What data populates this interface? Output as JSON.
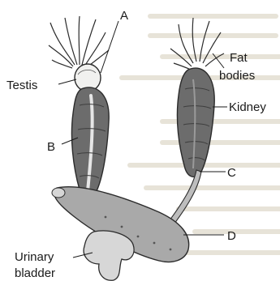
{
  "figure": {
    "labels": {
      "a": "A",
      "b": "B",
      "c": "C",
      "d": "D",
      "testis": "Testis",
      "fat_bodies_line1": "Fat",
      "fat_bodies_line2": "bodies",
      "kidney": "Kidney",
      "urinary_bladder_line1": "Urinary",
      "urinary_bladder_line2": "bladder"
    }
  }
}
